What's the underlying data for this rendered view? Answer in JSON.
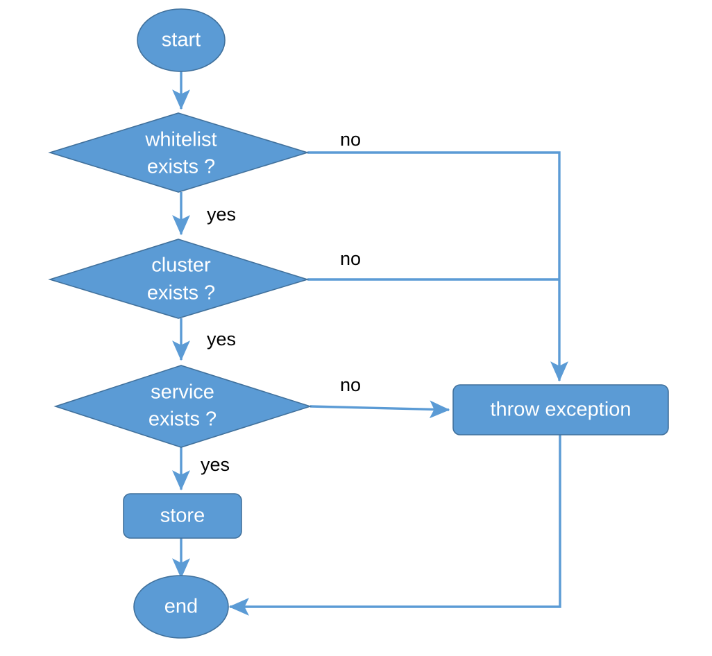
{
  "diagram": {
    "type": "flowchart",
    "title": "",
    "background_color": "#ffffff",
    "palette": {
      "node_fill": "#5B9BD5",
      "node_stroke": "#41719C",
      "node_text": "#FFFFFF",
      "connector": "#5B9BD5",
      "edge_label_text": "#000000"
    },
    "nodes": [
      {
        "id": "start",
        "shape": "ellipse",
        "label": "start",
        "label_lines": [
          "start"
        ]
      },
      {
        "id": "whitelist",
        "shape": "diamond",
        "label": "whitelist exists ?",
        "label_lines": [
          "whitelist",
          "exists ?"
        ]
      },
      {
        "id": "cluster",
        "shape": "diamond",
        "label": "cluster exists  ?",
        "label_lines": [
          "cluster",
          "exists  ?"
        ]
      },
      {
        "id": "service",
        "shape": "diamond",
        "label": "service exists  ?",
        "label_lines": [
          "service",
          "exists  ?"
        ]
      },
      {
        "id": "throw",
        "shape": "rounded-rect",
        "label": "throw exception",
        "label_lines": [
          "throw exception"
        ]
      },
      {
        "id": "store",
        "shape": "rounded-rect",
        "label": "store",
        "label_lines": [
          "store"
        ]
      },
      {
        "id": "end",
        "shape": "ellipse",
        "label": "end",
        "label_lines": [
          "end"
        ]
      }
    ],
    "edges": [
      {
        "id": "start-whitelist",
        "from": "start",
        "to": "whitelist",
        "label": ""
      },
      {
        "id": "whitelist-no",
        "from": "whitelist",
        "to": "throw",
        "label": "no"
      },
      {
        "id": "whitelist-yes",
        "from": "whitelist",
        "to": "cluster",
        "label": "yes"
      },
      {
        "id": "cluster-no",
        "from": "cluster",
        "to": "throw",
        "label": "no"
      },
      {
        "id": "cluster-yes",
        "from": "cluster",
        "to": "service",
        "label": "yes"
      },
      {
        "id": "service-no",
        "from": "service",
        "to": "throw",
        "label": "no"
      },
      {
        "id": "service-yes",
        "from": "service",
        "to": "store",
        "label": "yes"
      },
      {
        "id": "store-end",
        "from": "store",
        "to": "end",
        "label": ""
      },
      {
        "id": "throw-end",
        "from": "throw",
        "to": "end",
        "label": ""
      }
    ]
  }
}
